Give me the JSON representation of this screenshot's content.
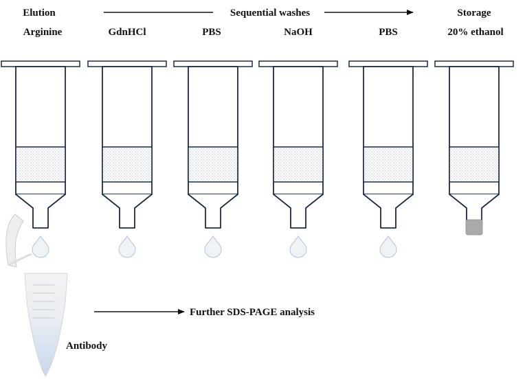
{
  "header": {
    "elution_label": "Elution",
    "washes_label": "Sequential washes",
    "storage_label": "Storage"
  },
  "columns": [
    {
      "reagent": "Arginine",
      "outlet": "drop"
    },
    {
      "reagent": "GdnHCl",
      "outlet": "drop"
    },
    {
      "reagent": "PBS",
      "outlet": "drop"
    },
    {
      "reagent": "NaOH",
      "outlet": "drop"
    },
    {
      "reagent": "PBS",
      "outlet": "drop"
    },
    {
      "reagent": "20% ethanol",
      "outlet": "cap"
    }
  ],
  "tube_label": "Antibody",
  "analysis_label": "Further SDS-PAGE analysis",
  "colors": {
    "outline": "#1c2a44",
    "resin_dots": "#9aa7b8",
    "drop_fill": "#eef3f8",
    "drop_stroke": "#c2cbd6",
    "cap": "#aaaaaa",
    "tube_liquid": "#cdd9ee"
  },
  "icons": [
    "syringe-column-icon",
    "droplet-icon",
    "cap-icon",
    "microtube-icon",
    "arrow-icon"
  ]
}
